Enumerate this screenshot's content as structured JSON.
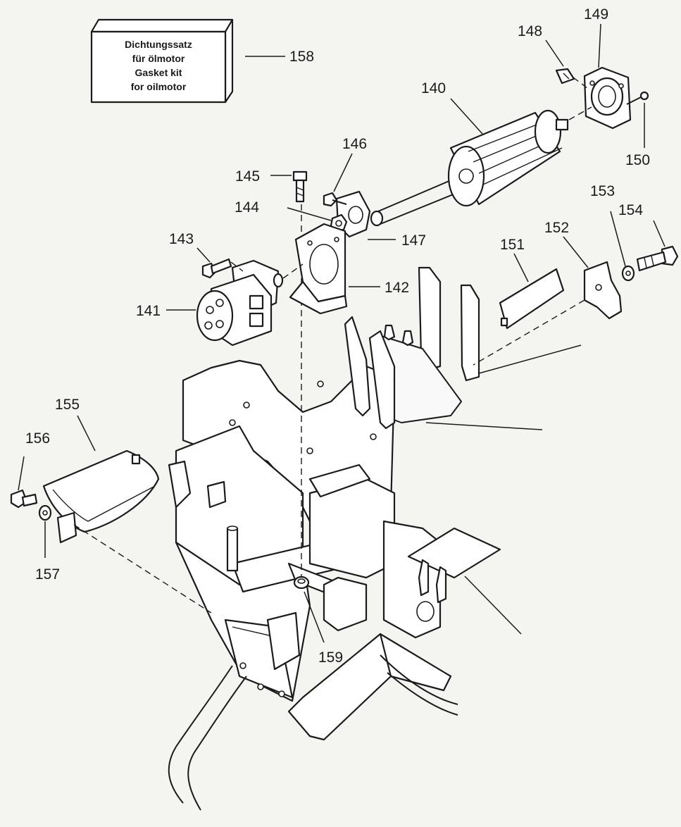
{
  "gasket_kit": {
    "label_lines": [
      "Dichtungssatz",
      "für ölmotor",
      "Gasket kit",
      "for oilmotor"
    ],
    "part_number": "158"
  },
  "callouts": {
    "p140": "140",
    "p141": "141",
    "p142": "142",
    "p143": "143",
    "p144": "144",
    "p145": "145",
    "p146": "146",
    "p147": "147",
    "p148": "148",
    "p149": "149",
    "p150": "150",
    "p151": "151",
    "p152": "152",
    "p153": "153",
    "p154": "154",
    "p155": "155",
    "p156": "156",
    "p157": "157",
    "p158": "158",
    "p159": "159"
  },
  "colors": {
    "ink": "#1b1b1b",
    "paper": "#f4f4f1",
    "part_fill": "#ffffff"
  }
}
